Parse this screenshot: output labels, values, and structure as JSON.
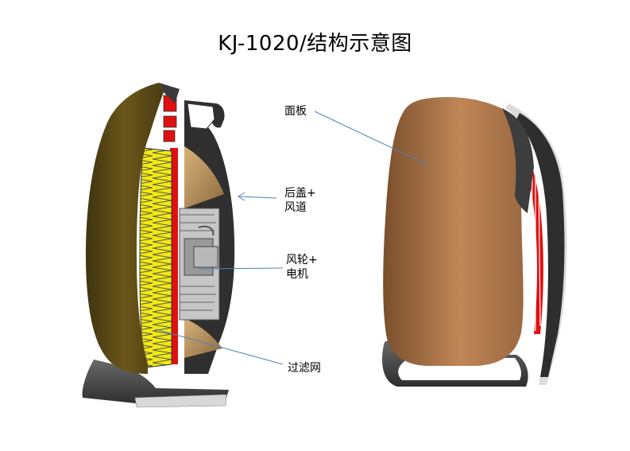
{
  "title": "KJ-1020/结构示意图",
  "labels": {
    "panel": "面板",
    "rear_cover_line1": "后盖+",
    "rear_cover_line2": "风道",
    "fan_line1": "风轮+",
    "fan_line2": "电机",
    "filter": "过滤网"
  },
  "colors": {
    "leader_line": "#4f81bd",
    "front_panel_section": "#5c4a14",
    "front_panel_exterior": "#b5784a",
    "filter": "#f0e800",
    "heating_element": "#e01010",
    "housing": "#3a3a3a",
    "fan_metal": "#a8a8a8",
    "duct": "#c9a066"
  }
}
